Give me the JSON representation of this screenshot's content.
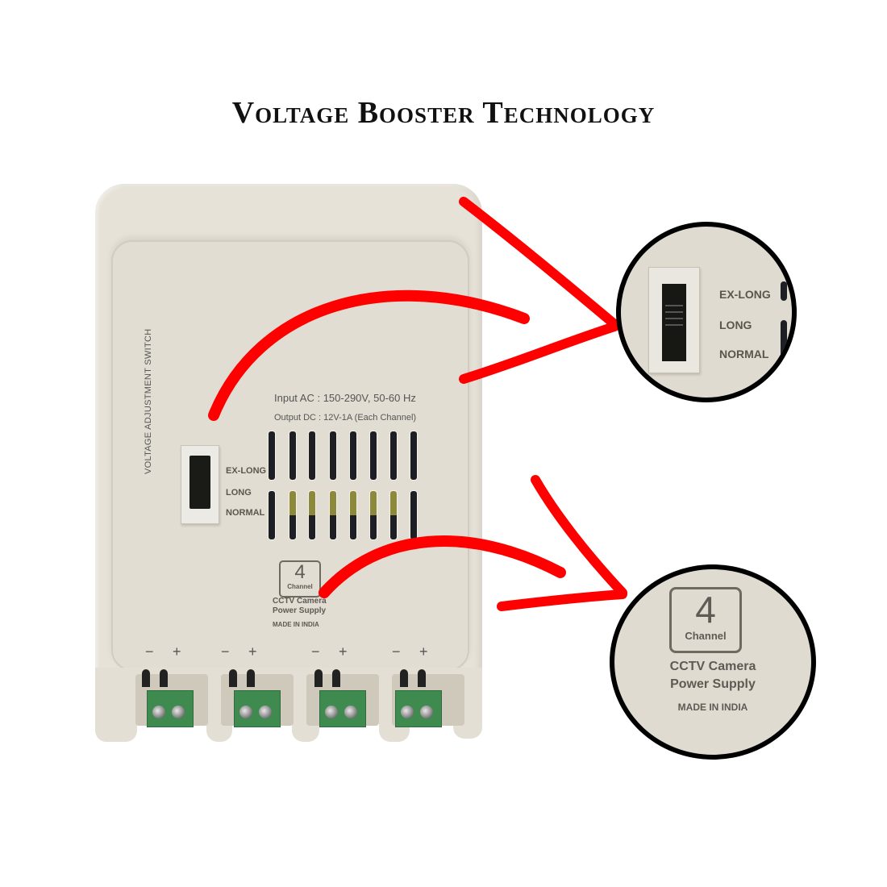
{
  "title": "Voltage Booster Technology",
  "device": {
    "side_label": "VOLTAGE ADJUSTMENT SWITCH",
    "switch_positions": [
      "EX-LONG",
      "LONG",
      "NORMAL"
    ],
    "spec_input": "Input AC : 150-290V, 50-60 Hz",
    "spec_output": "Output DC : 12V-1A (Each Channel)",
    "channel_count": "4",
    "channel_label": "Channel",
    "product_line1": "CCTV Camera",
    "product_line2": "Power Supply",
    "origin": "MADE IN INDIA",
    "polarity_minus": "−",
    "polarity_plus": "+",
    "terminal_count": 4
  },
  "callouts": {
    "switch_zoom": {
      "labels": [
        "EX-LONG",
        "LONG",
        "NORMAL"
      ]
    },
    "badge_zoom": {
      "channel_count": "4",
      "channel_label": "Channel",
      "line1": "CCTV Camera",
      "line2": "Power Supply",
      "line3": "MADE IN INDIA"
    }
  },
  "colors": {
    "arrow": "#ff0000",
    "device_body": "#e6e2d8",
    "terminal_green": "#3f8a4e",
    "vent_yellow": "#8c8a3a",
    "circle_border": "#000000"
  }
}
